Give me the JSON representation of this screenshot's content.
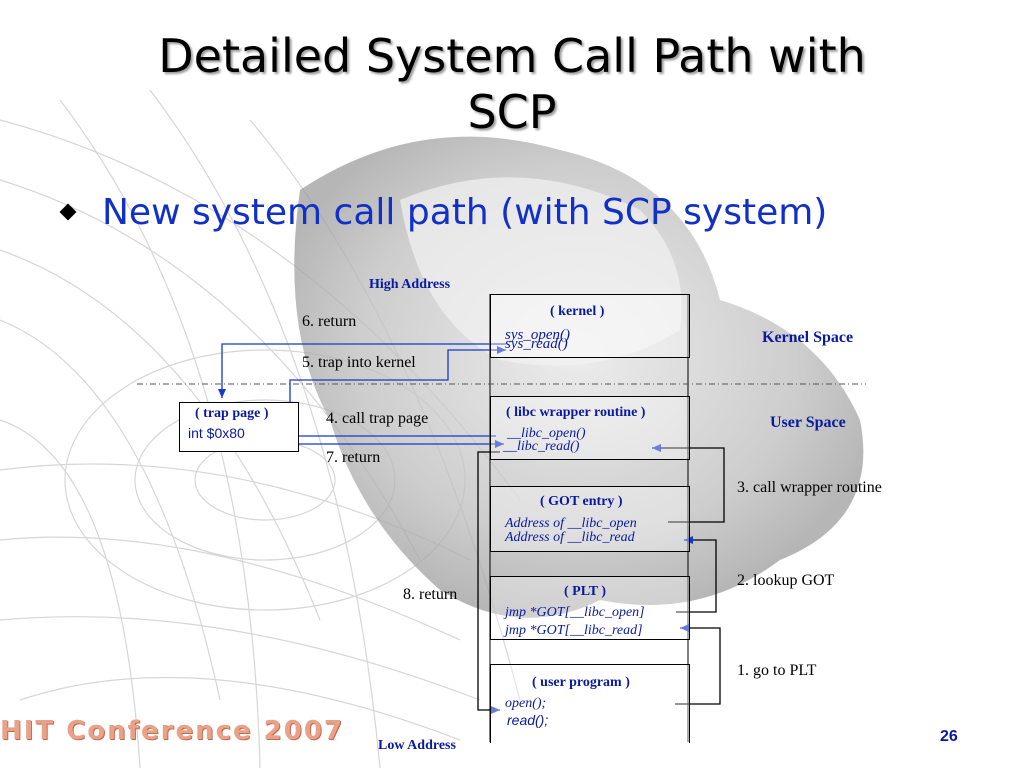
{
  "slide": {
    "title_line1": "Detailed System Call Path with",
    "title_line2": "SCP",
    "bullet": "New system call path (with SCP system)",
    "footer": "HIT Conference 2007",
    "page_number": "26"
  },
  "diagram": {
    "high_address": "High Address",
    "low_address": "Low Address",
    "kernel_space": "Kernel Space",
    "user_space": "User Space",
    "boxes": {
      "kernel": {
        "title": "( kernel )",
        "lines": [
          "sys_open()",
          "sys_read()"
        ]
      },
      "libc": {
        "title": "( libc wrapper routine )",
        "lines": [
          "__libc_open()",
          "__libc_read()"
        ]
      },
      "got": {
        "title": "( GOT entry )",
        "lines": [
          "Address of __libc_open",
          "Address of __libc_read"
        ]
      },
      "plt": {
        "title": "( PLT )",
        "lines": [
          "jmp *GOT[__libc_open]",
          "jmp *GOT[__libc_read]"
        ]
      },
      "user": {
        "title": "( user program )",
        "lines": [
          "open();",
          "read();"
        ]
      },
      "trap": {
        "title": "( trap page )",
        "lines": [
          "int $0x80"
        ]
      }
    },
    "steps": {
      "s1": "1. go to PLT",
      "s2": "2. lookup GOT",
      "s3": "3. call wrapper routine",
      "s4": "4. call trap page",
      "s5": "5. trap into kernel",
      "s6": "6. return",
      "s7": "7. return",
      "s8": "8. return"
    },
    "colors": {
      "arrow": "#1838c8",
      "label_blue": "#0a1aa0"
    }
  }
}
